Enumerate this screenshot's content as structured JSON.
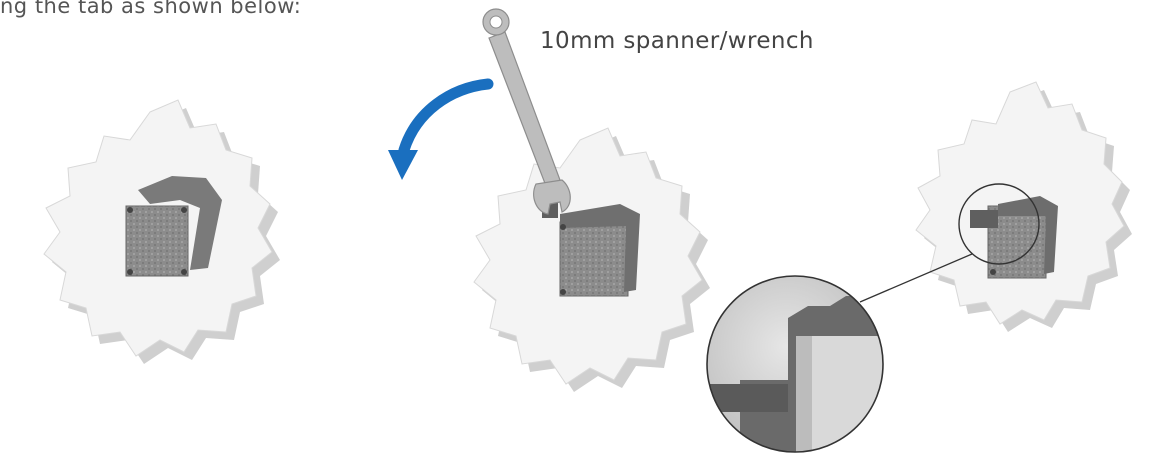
{
  "instructions": {
    "caption": "ng the tab as shown below:",
    "tool_label": "10mm spanner/wrench"
  },
  "colors": {
    "gear_face": "#f3f3f3",
    "gear_side": "#c9c9c9",
    "block": "#8a8a8a",
    "tab": "#6d6d6d",
    "arrow": "#1a6fbf",
    "spanner": "#b9b9b9"
  },
  "steps": [
    {
      "name": "before-bending",
      "tab_state": "straight"
    },
    {
      "name": "bending-with-spanner",
      "tab_state": "bending"
    },
    {
      "name": "after-bending",
      "tab_state": "bent"
    }
  ]
}
